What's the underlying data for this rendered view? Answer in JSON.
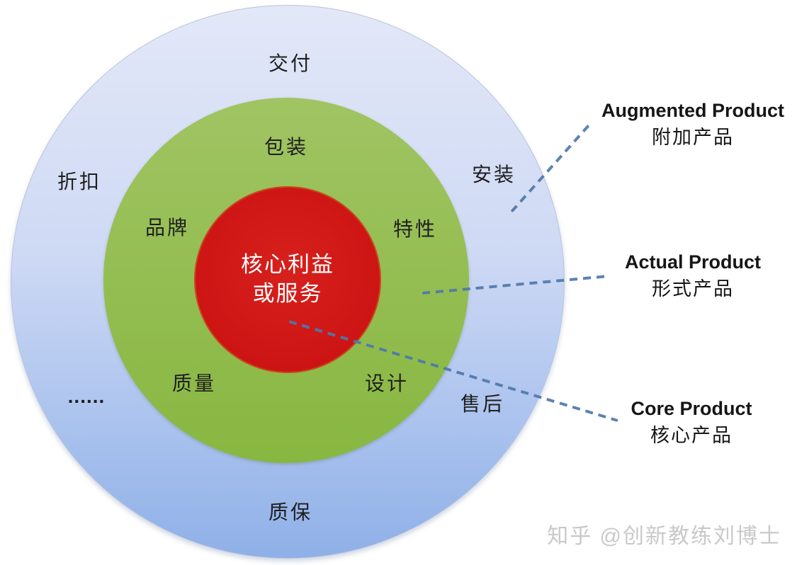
{
  "colors": {
    "outer_top": "#e3e8f8",
    "outer_bottom": "#8fb0e8",
    "middle_top": "#a0c463",
    "middle_bottom": "#88b741",
    "core_fill": "#cd1414",
    "core_rim": "#c8491c",
    "dash": "#4d78ab",
    "label_text": "#1f1f1f",
    "watermark": "#c9c9c9"
  },
  "core_circle": {
    "line1": "核心利益",
    "line2": "或服务"
  },
  "middle_ring": {
    "labels": [
      "包装",
      "品牌",
      "特性",
      "质量",
      "设计"
    ]
  },
  "outer_ring": {
    "labels": [
      "交付",
      "折扣",
      "安装",
      "售后",
      "质保",
      "......"
    ]
  },
  "annotations": [
    {
      "en": "Augmented Product",
      "zh": "附加产品"
    },
    {
      "en": "Actual Product",
      "zh": "形式产品"
    },
    {
      "en": "Core Product",
      "zh": "核心产品"
    }
  ],
  "watermark": "知乎 @创新教练刘博士"
}
